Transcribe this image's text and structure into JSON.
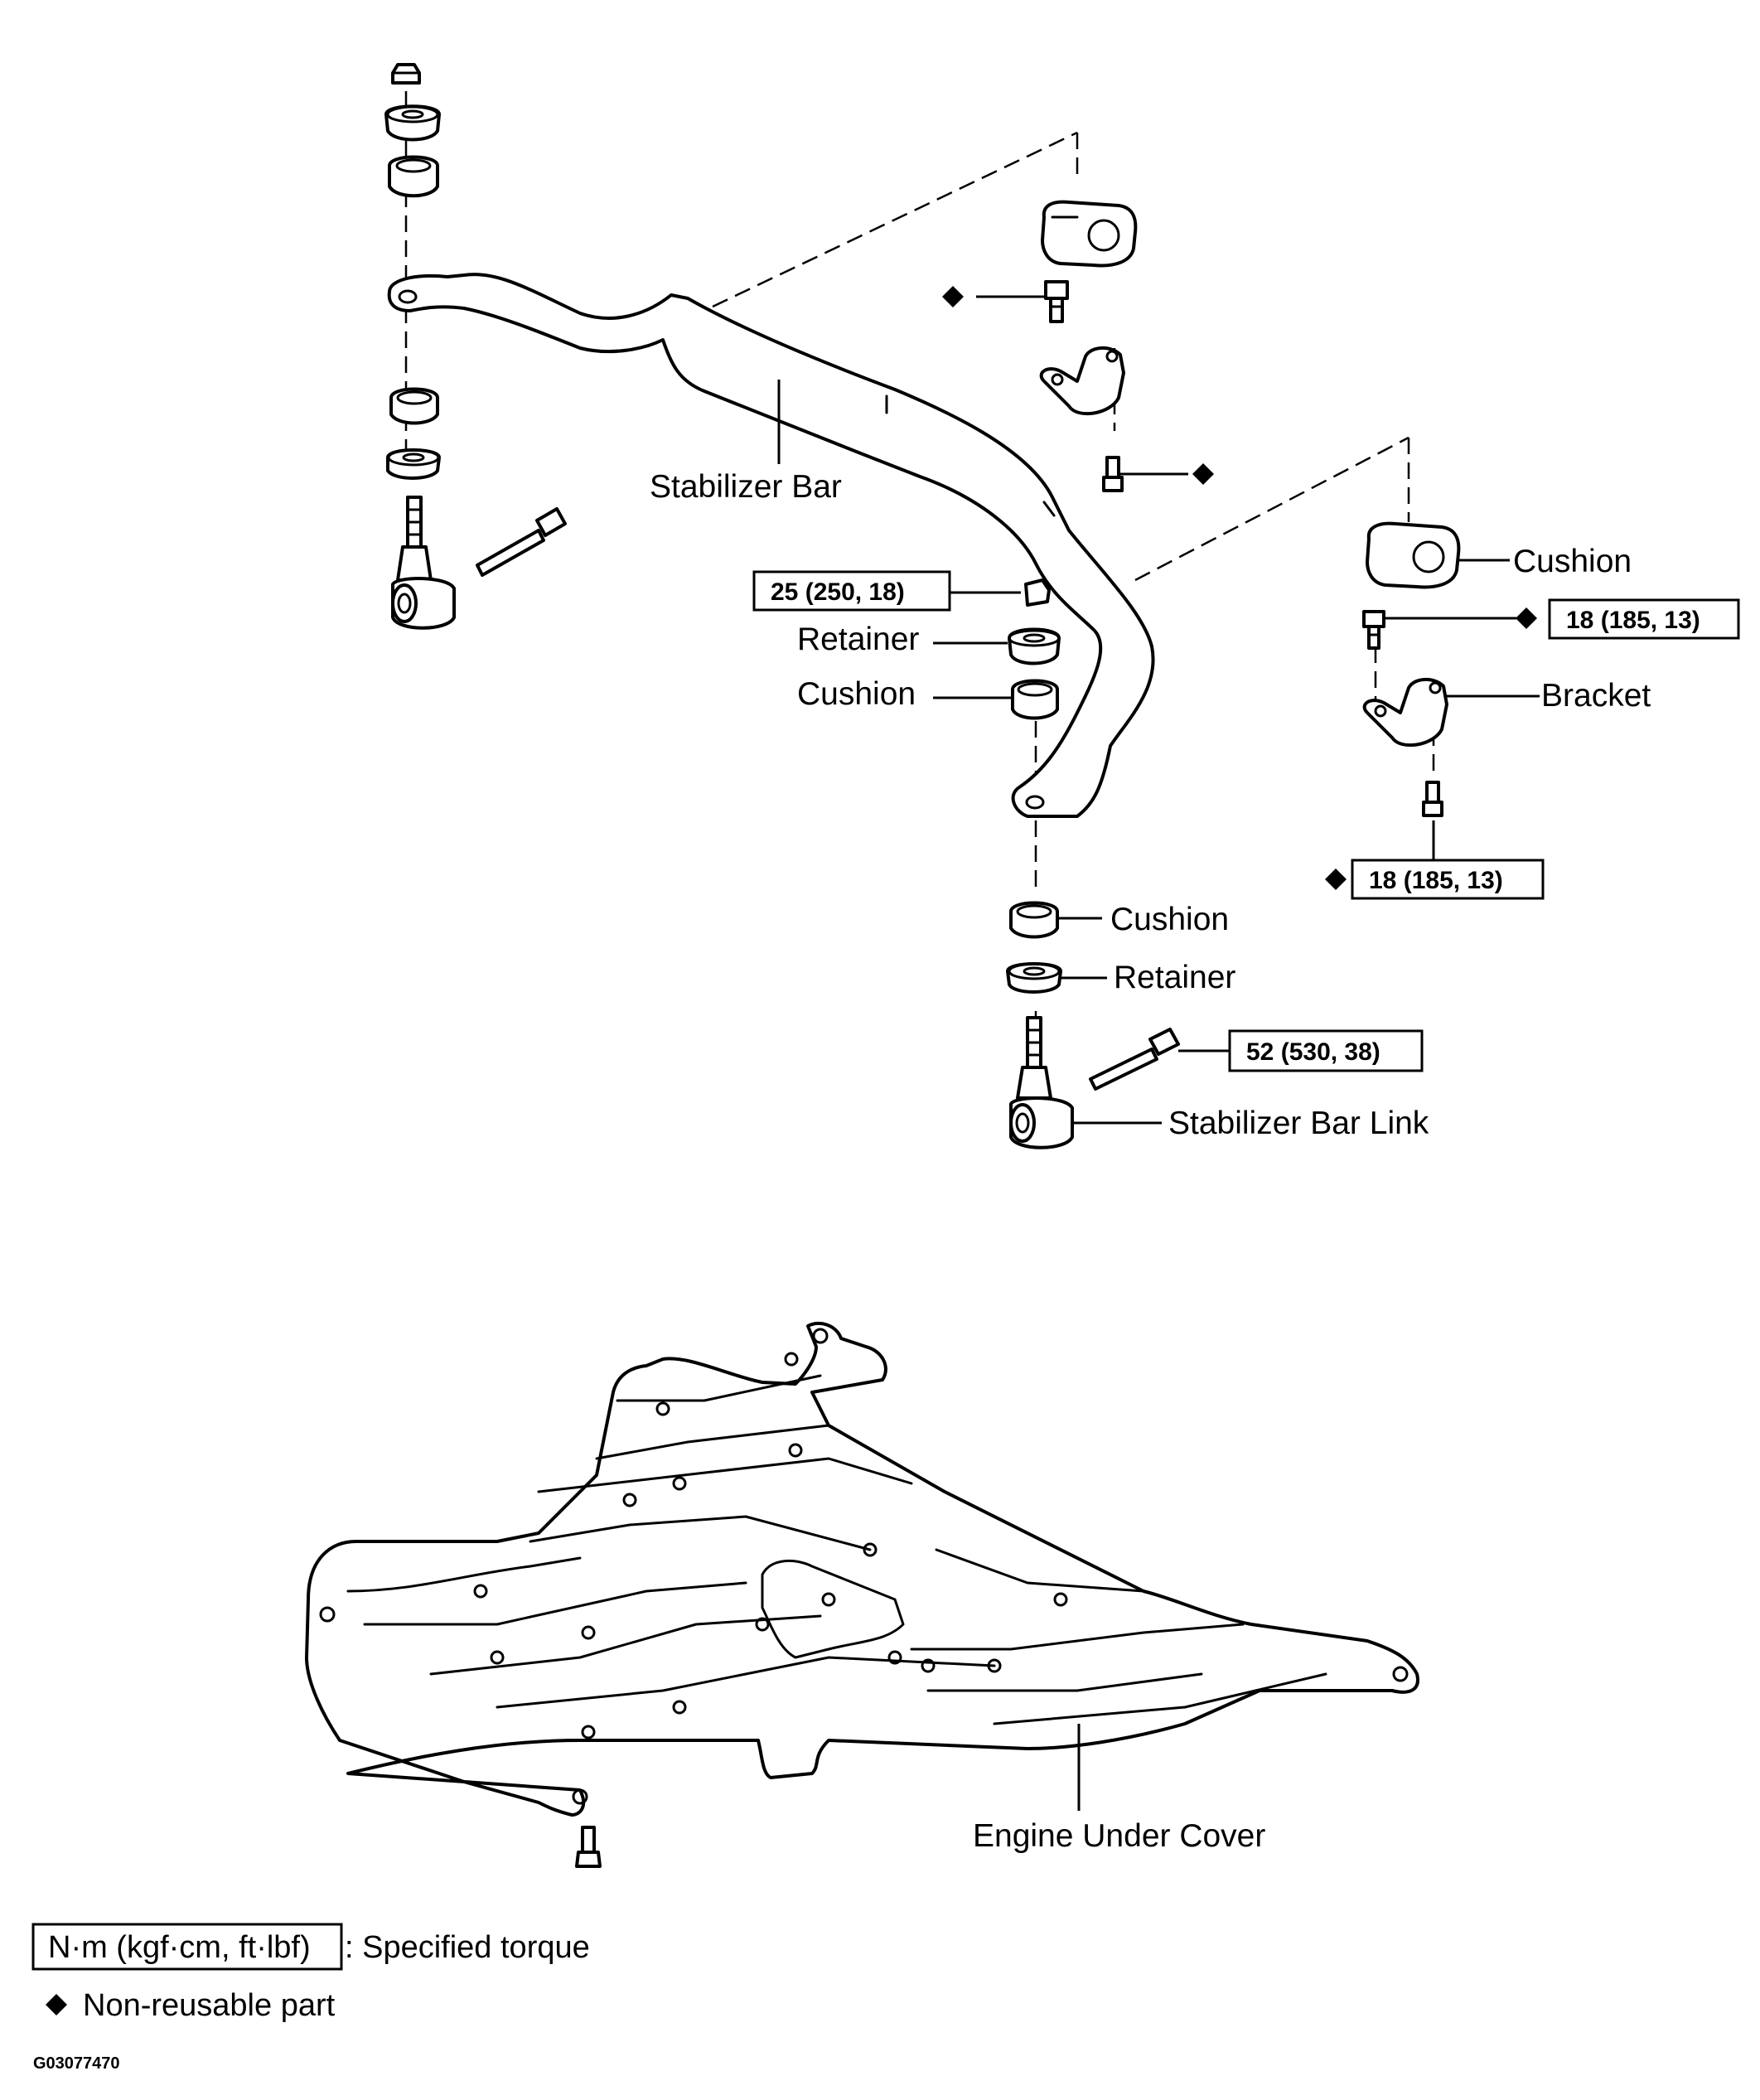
{
  "labels": {
    "stabilizer_bar": "Stabilizer Bar",
    "cushion_upper_right": "Cushion",
    "bracket": "Bracket",
    "retainer_upper": "Retainer",
    "cushion_upper_link": "Cushion",
    "cushion_lower_link": "Cushion",
    "retainer_lower": "Retainer",
    "stabilizer_bar_link": "Stabilizer Bar Link",
    "engine_under_cover": "Engine Under Cover"
  },
  "torque": {
    "link_nut": "25 (250, 18)",
    "bracket_upper_bolt": "18 (185, 13)",
    "bracket_lower_bolt": "18 (185, 13)",
    "link_bolt": "52 (530, 38)"
  },
  "legend": {
    "unit_box": "N·m (kgf·cm, ft·lbf)",
    "unit_desc": ": Specified torque",
    "nonreusable_desc": "Non-reusable part"
  },
  "figure_id": "G03077470"
}
